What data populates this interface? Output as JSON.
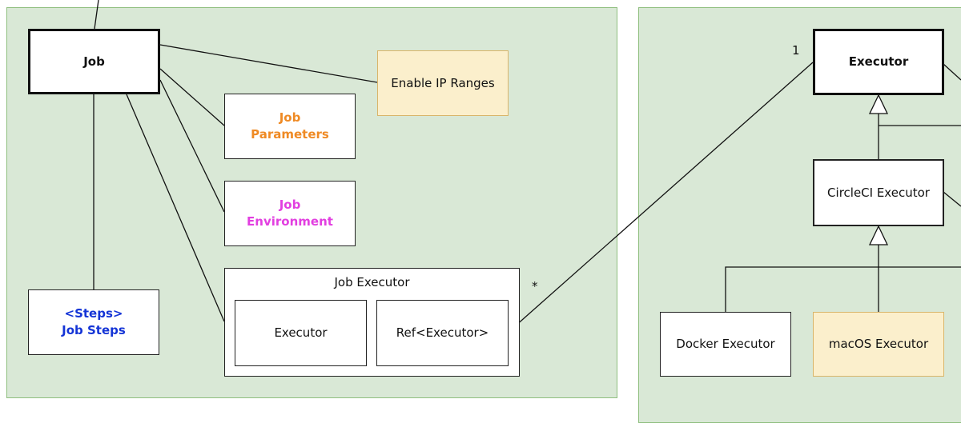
{
  "left_group": {
    "job": "Job",
    "enable_ip_ranges": "Enable IP Ranges",
    "job_parameters": [
      "Job",
      "Parameters"
    ],
    "job_environment": [
      "Job",
      "Environment"
    ],
    "job_steps": [
      "<Steps>",
      "Job Steps"
    ],
    "job_executor": {
      "title": "Job Executor",
      "executor": "Executor",
      "ref_executor": "Ref<Executor>"
    }
  },
  "right_group": {
    "executor": "Executor",
    "circleci_executor": "CircleCI Executor",
    "docker_executor": "Docker Executor",
    "macos_executor": "macOS Executor"
  },
  "multiplicity": {
    "source": "*",
    "target": "1"
  }
}
